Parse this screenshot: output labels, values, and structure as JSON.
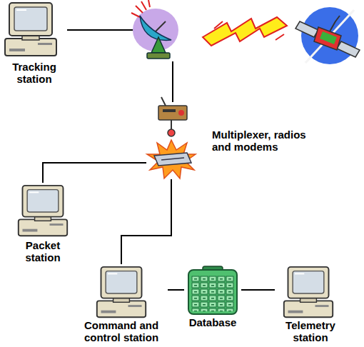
{
  "diagram": {
    "nodes": [
      {
        "text": [
          "Tracking station"
        ]
      },
      {
        "text": [
          "Multiplexer, radios and modems"
        ]
      },
      {
        "text": [
          "Packet station"
        ]
      },
      {
        "text": [
          "Command and control station"
        ]
      },
      {
        "text": [
          "Database"
        ]
      },
      {
        "text": [
          "Telemetry station"
        ]
      }
    ],
    "edges": [
      {
        "from": 1,
        "to": 2,
        "arrow": "none"
      },
      {
        "from": 1,
        "to": 3,
        "arrow": "none"
      },
      {
        "from": 3,
        "to": 4,
        "arrow": "none"
      },
      {
        "from": 4,
        "to": 5,
        "arrow": "none"
      }
    ]
  }
}
